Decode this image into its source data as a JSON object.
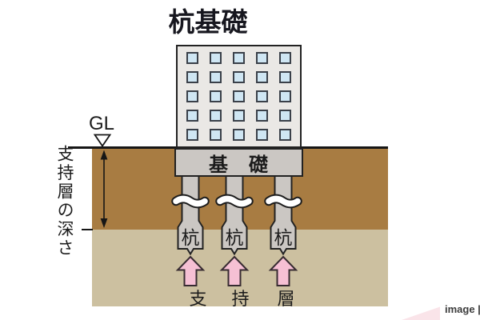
{
  "title": "杭基礎",
  "gl": {
    "label": "GL"
  },
  "depth_label": "支持層の深さ",
  "foundation": {
    "label": "基　礎"
  },
  "piles": [
    {
      "label": "杭"
    },
    {
      "label": "杭"
    },
    {
      "label": "杭"
    }
  ],
  "bearing_layer": {
    "chars": [
      "支",
      "持",
      "層"
    ]
  },
  "watermark": "image |",
  "building": {
    "window_rows": 5,
    "window_cols": 5
  },
  "colors": {
    "upper_soil": "#a87c42",
    "lower_soil": "#ccc0a0",
    "building_body": "#eae8e5",
    "window_blue": "#cfe6f3",
    "concrete": "#cbc7c3",
    "arrow_pink": "#f6c0d4",
    "outline": "#222222"
  }
}
